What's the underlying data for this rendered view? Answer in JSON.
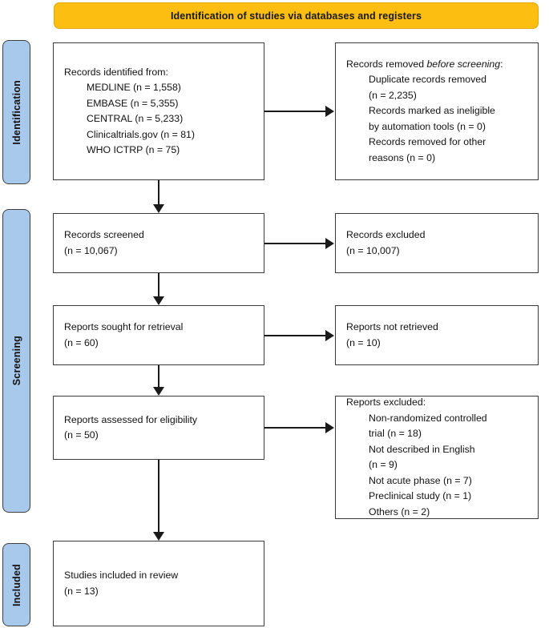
{
  "banner": {
    "title": "Identification of studies via databases and registers",
    "color": "#FDBE12"
  },
  "rails": {
    "color": "#A8C8EC",
    "identification": "Identification",
    "screening": "Screening",
    "included": "Included"
  },
  "boxes": {
    "identified": {
      "heading": "Records identified from:",
      "items": [
        "MEDLINE (n = 1,558)",
        "EMBASE (n = 5,355)",
        "CENTRAL (n = 5,233)",
        "Clinicaltrials.gov (n = 81)",
        "WHO ICTRP (n = 75)"
      ]
    },
    "removed": {
      "heading_part1": "Records removed ",
      "heading_italic": "before screening",
      "heading_part2": ":",
      "items": [
        "Duplicate records removed",
        "(n = 2,235)",
        "Records marked as ineligible",
        "by automation tools (n = 0)",
        "Records removed for other",
        "reasons (n = 0)"
      ]
    },
    "screened": {
      "label": "Records screened",
      "count": "(n = 10,067)"
    },
    "excluded": {
      "label": "Records excluded",
      "count": "(n = 10,007)"
    },
    "sought": {
      "label": "Reports sought for retrieval",
      "count": "(n = 60)"
    },
    "not_retrieved": {
      "label": "Reports not retrieved",
      "count": "(n = 10)"
    },
    "assessed": {
      "label": "Reports assessed for eligibility",
      "count": "(n = 50)"
    },
    "reports_excluded": {
      "heading": "Reports excluded:",
      "items": [
        "Non-randomized controlled",
        "trial (n = 18)",
        "Not described in English",
        "(n = 9)",
        "Not acute phase (n = 7)",
        "Preclinical study (n = 1)",
        "Others (n = 2)"
      ]
    },
    "included": {
      "label": "Studies included in review",
      "count": "(n = 13)"
    }
  }
}
